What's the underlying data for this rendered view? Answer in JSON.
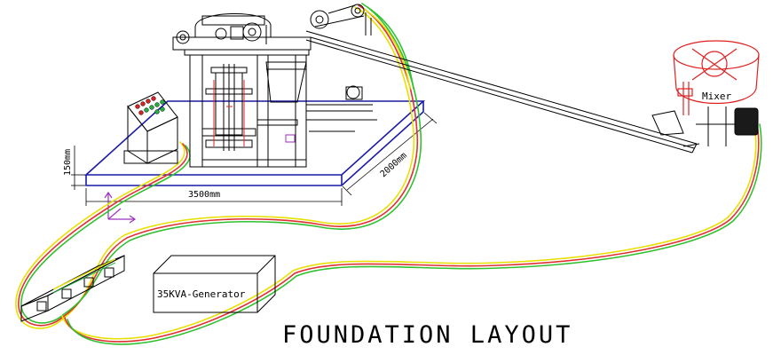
{
  "diagram": {
    "title": "FOUNDATION LAYOUT",
    "labels": {
      "platform_width": "3500mm",
      "platform_depth": "2000mm",
      "platform_height": "150mm",
      "mixer": "Mixer",
      "generator": "35KVA-Generator"
    },
    "colors": {
      "platform": "#1a1aa8",
      "cable_outer": "#e8e000",
      "cable_mid": "#e03030",
      "cable_inner": "#30c030",
      "panel_buttons": [
        "#e02020",
        "#20b040"
      ],
      "axis": "#9b30c0",
      "line": "#000000"
    }
  }
}
